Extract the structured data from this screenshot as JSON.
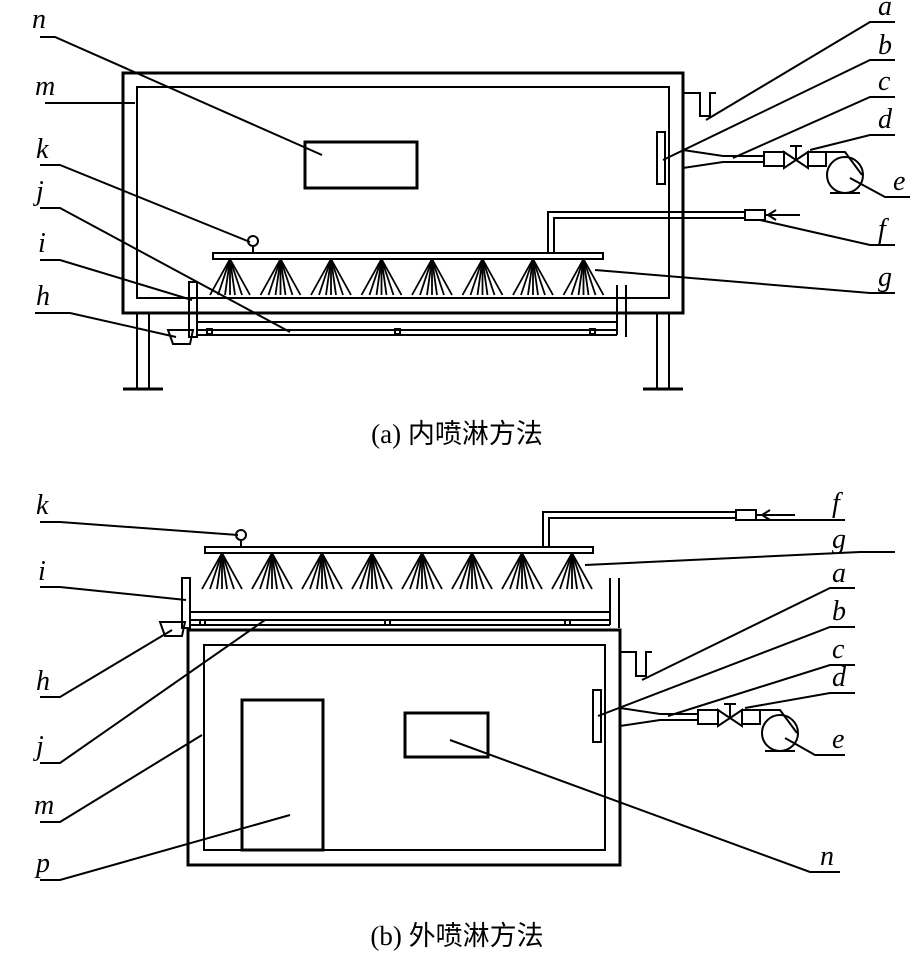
{
  "figure_a": {
    "caption": "(a) 内喷淋方法",
    "labels": {
      "a": "a",
      "b": "b",
      "c": "c",
      "d": "d",
      "e": "e",
      "f": "f",
      "g": "g",
      "h": "h",
      "i": "i",
      "j": "j",
      "k": "k",
      "m": "m",
      "n": "n"
    }
  },
  "figure_b": {
    "caption": "(b) 外喷淋方法",
    "labels": {
      "a": "a",
      "b": "b",
      "c": "c",
      "d": "d",
      "e": "e",
      "f": "f",
      "g": "g",
      "h": "h",
      "i": "i",
      "j": "j",
      "k": "k",
      "m": "m",
      "n": "n",
      "p": "p"
    }
  }
}
